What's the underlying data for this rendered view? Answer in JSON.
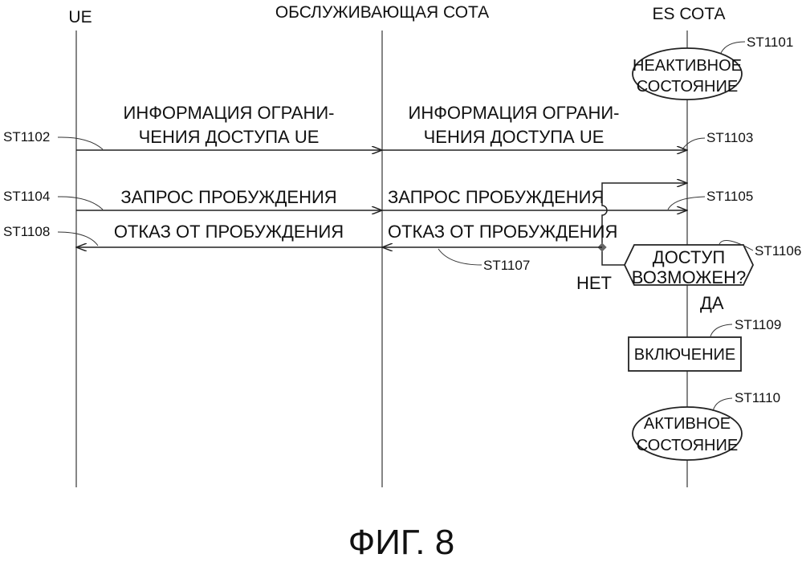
{
  "lifelines": {
    "ue": "UE",
    "serving_cell": "ОБСЛУЖИВАЮЩАЯ СОТА",
    "es_cell": "ES СОТА"
  },
  "steps": {
    "st1101": {
      "id": "ST1101",
      "line1": "НЕАКТИВНОЕ",
      "line2": "СОСТОЯНИЕ"
    },
    "st1102": {
      "id": "ST1102",
      "line1": "ИНФОРМАЦИЯ ОГРАНИ-",
      "line2": "ЧЕНИЯ ДОСТУПА UE"
    },
    "st1103": {
      "id": "ST1103",
      "line1": "ИНФОРМАЦИЯ ОГРАНИ-",
      "line2": "ЧЕНИЯ ДОСТУПА UE"
    },
    "st1104": {
      "id": "ST1104",
      "label": "ЗАПРОС ПРОБУЖДЕНИЯ"
    },
    "st1105": {
      "id": "ST1105",
      "label": "ЗАПРОС ПРОБУЖДЕНИЯ"
    },
    "st1106": {
      "id": "ST1106",
      "line1": "ДОСТУП",
      "line2": "ВОЗМОЖЕН?",
      "no": "НЕТ",
      "yes": "ДА"
    },
    "st1107": {
      "id": "ST1107",
      "label": "ОТКАЗ ОТ ПРОБУЖДЕНИЯ"
    },
    "st1108": {
      "id": "ST1108",
      "label": "ОТКАЗ ОТ ПРОБУЖДЕНИЯ"
    },
    "st1109": {
      "id": "ST1109",
      "label": "ВКЛЮЧЕНИЕ"
    },
    "st1110": {
      "id": "ST1110",
      "line1": "АКТИВНОЕ",
      "line2": "СОСТОЯНИЕ"
    }
  },
  "figure_caption": "ФИГ. 8"
}
